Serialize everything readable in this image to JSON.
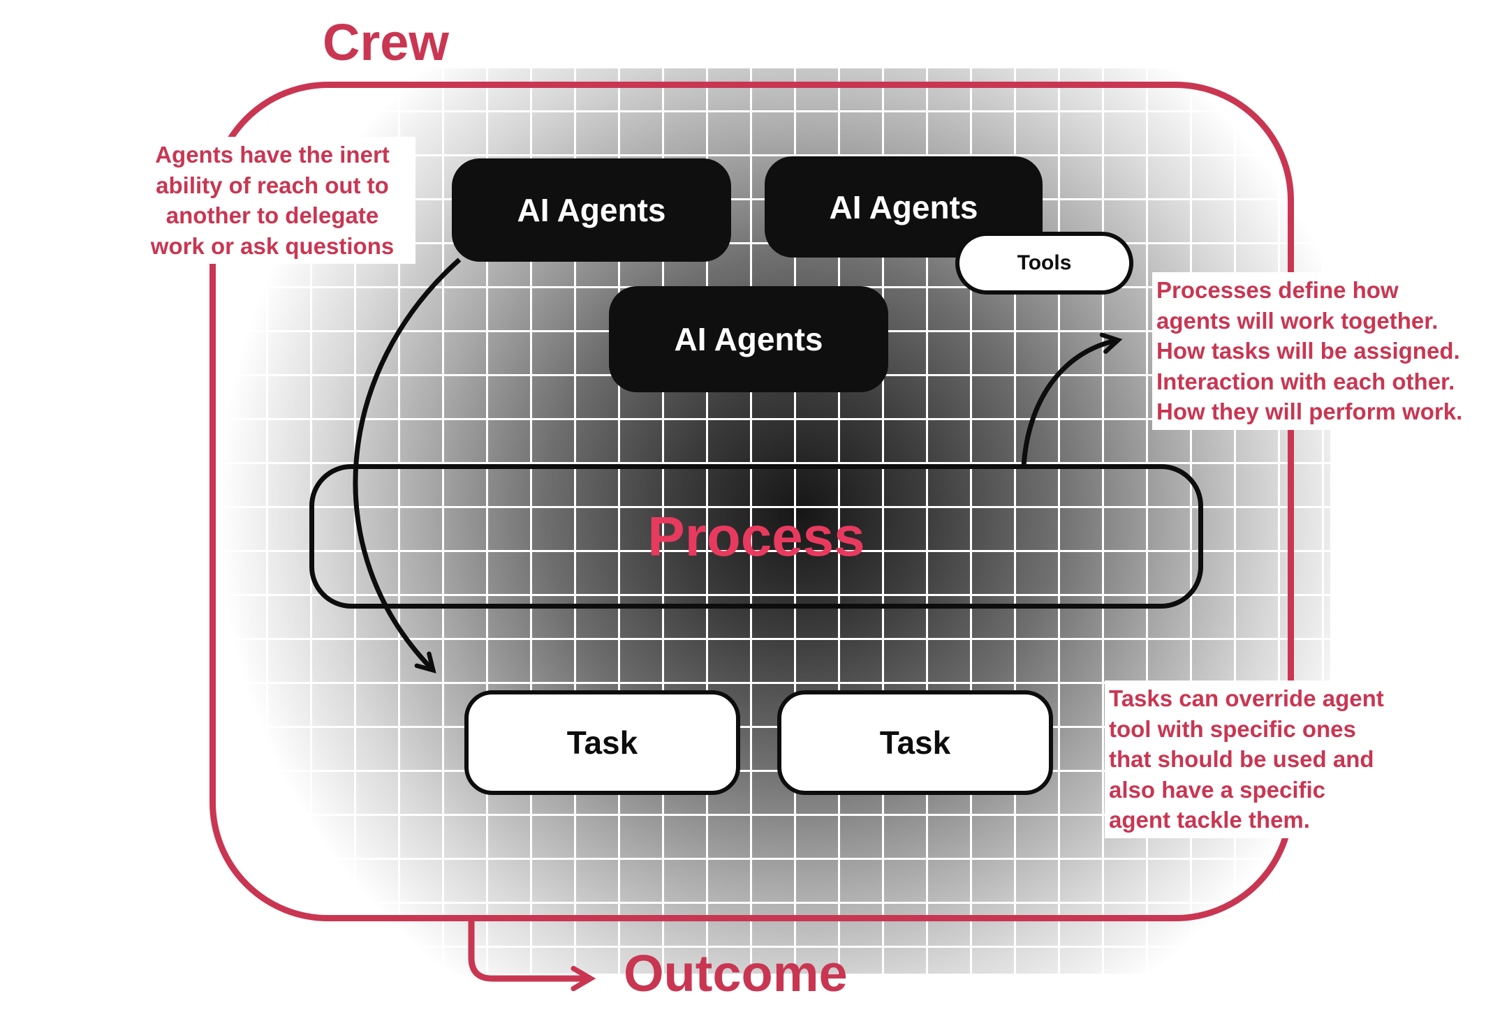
{
  "colors": {
    "accent": "#c93652",
    "process": "#e83a5e",
    "ink": "#0f0f0f"
  },
  "labels": {
    "crew": "Crew",
    "outcome": "Outcome",
    "process": "Process",
    "tools": "Tools",
    "agents": [
      "AI Agents",
      "AI Agents",
      "AI Agents"
    ],
    "tasks": [
      "Task",
      "Task"
    ]
  },
  "annotations": {
    "left": "Agents have the inert\nability of reach out to\nanother to delegate\nwork or ask questions",
    "right_top": "Processes define how\nagents will work together.\nHow tasks will be assigned.\nInteraction with each other.\nHow they will perform work.",
    "right_bottom": "Tasks can override agent\ntool with specific ones\nthat should be used and\nalso have a specific\nagent tackle them."
  },
  "icons": {
    "delegation_arrow": "curved-arrow-down",
    "process_output_arrow": "curved-arrow-up-right",
    "outcome_arrow": "elbow-arrow-right"
  }
}
